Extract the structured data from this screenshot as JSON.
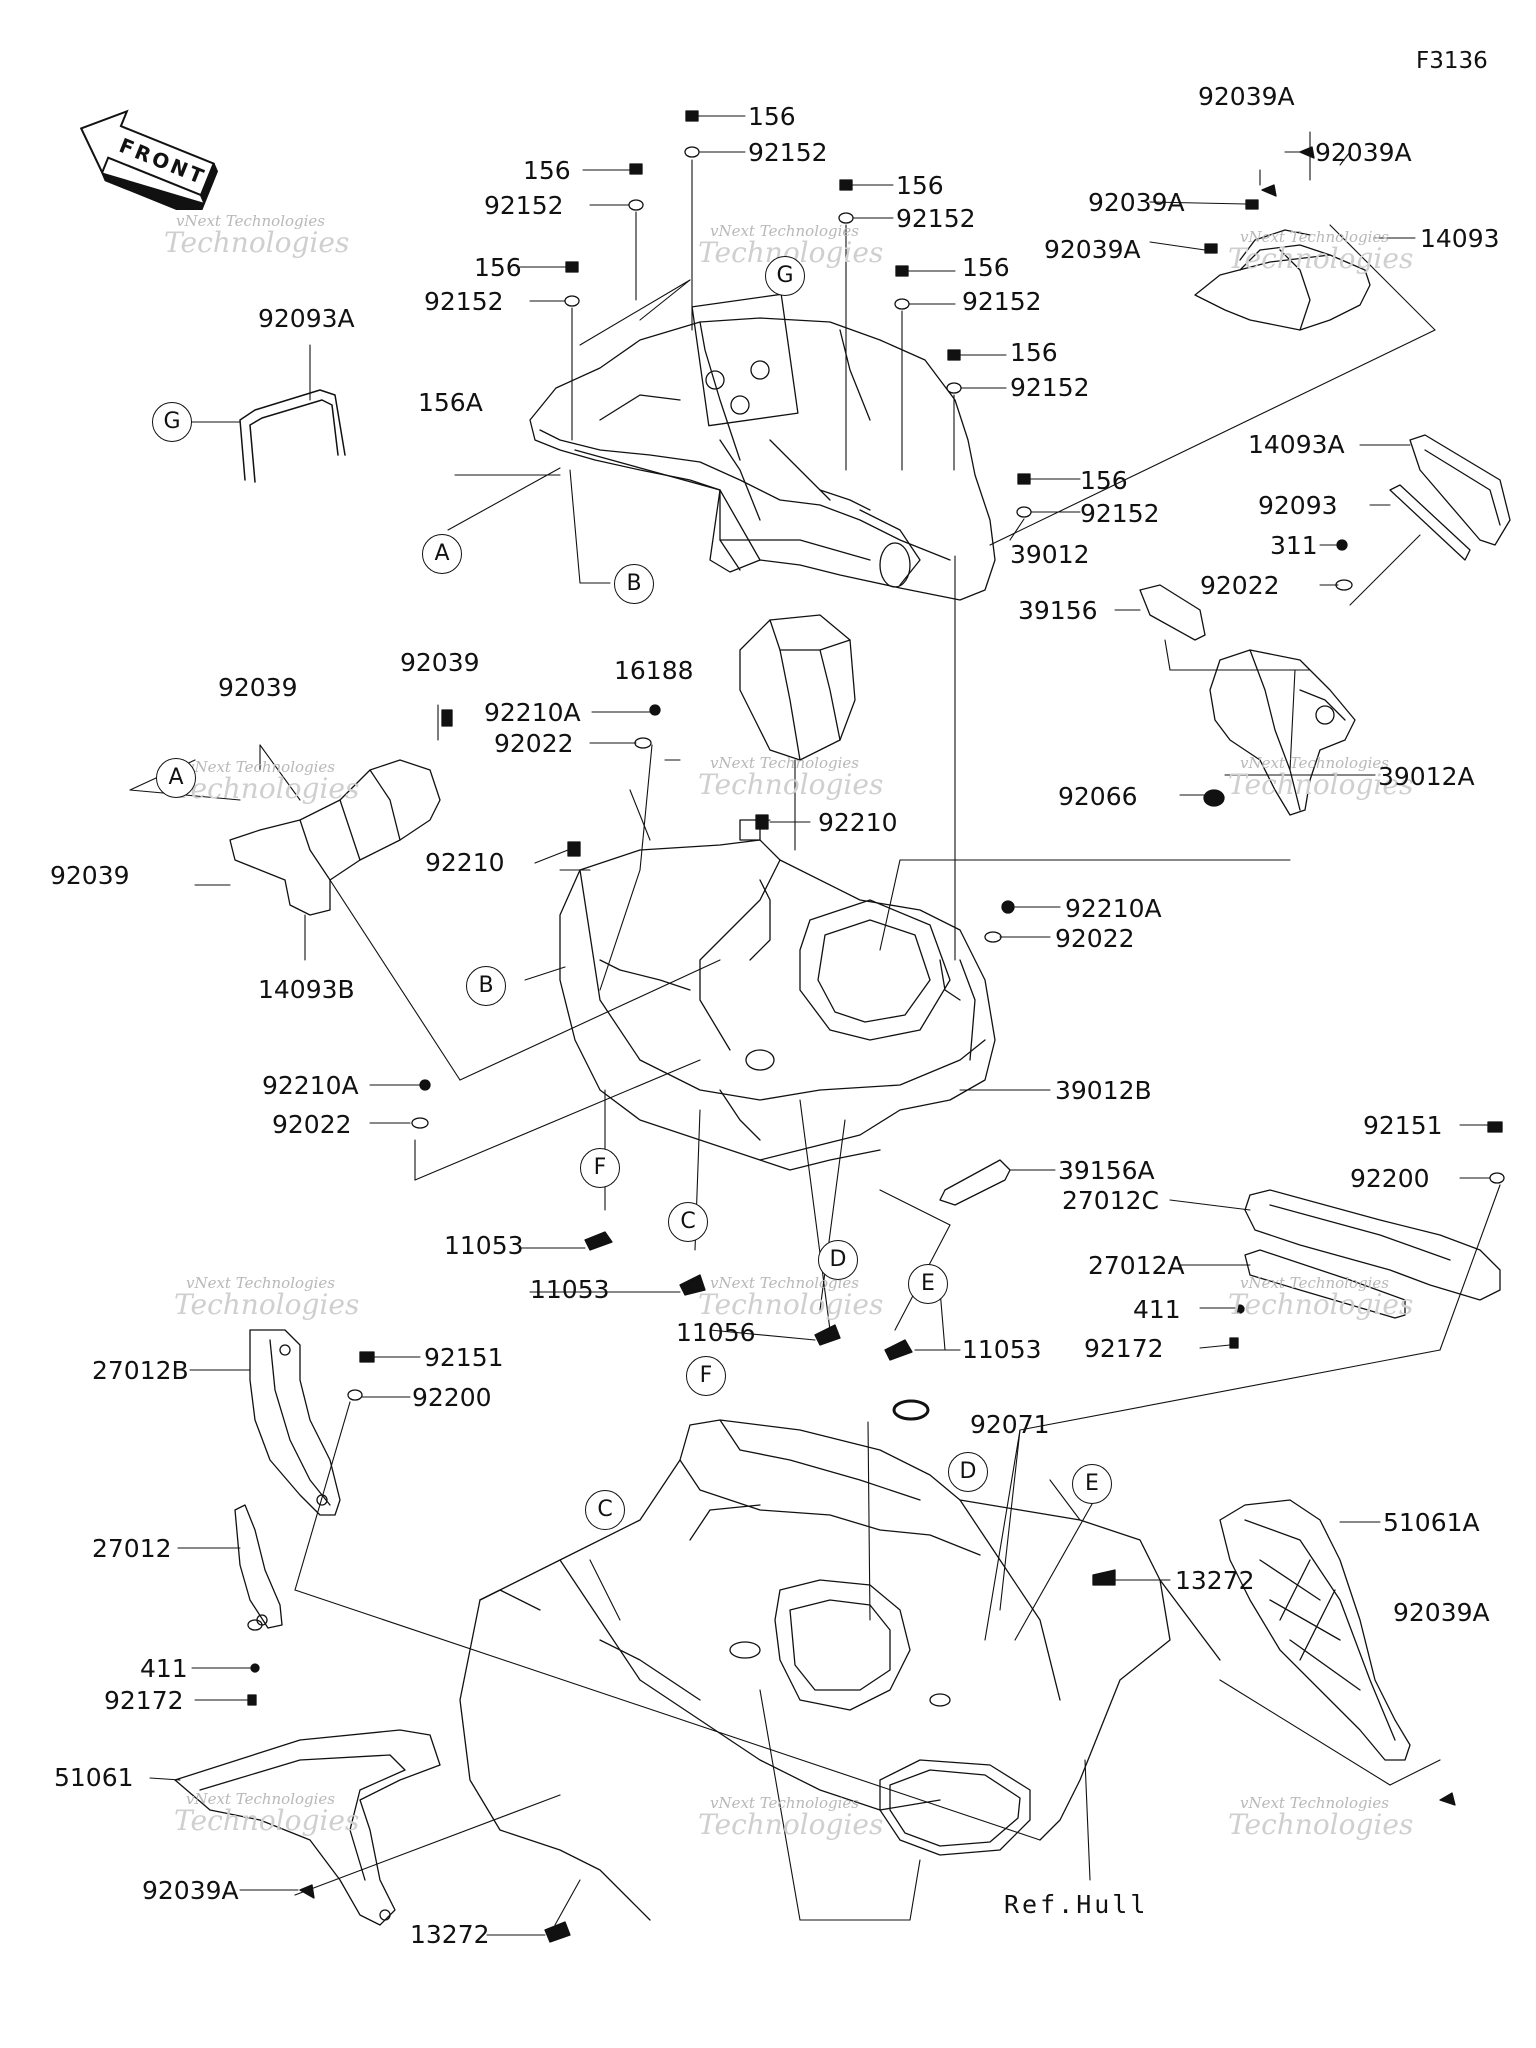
{
  "figure_code": "F3136",
  "front_label": "FRONT",
  "ref_label": "Ref.Hull",
  "watermark": {
    "line1": "vNext Technologies",
    "line2": "Technologies"
  },
  "labels": [
    "156",
    "92152",
    "156",
    "92152",
    "156",
    "92152",
    "156",
    "92152",
    "156",
    "92152",
    "156",
    "92152",
    "156",
    "92152",
    "156A",
    "92093A",
    "92039A",
    "92039A",
    "92039A",
    "92039A",
    "14093",
    "14093A",
    "92093",
    "311",
    "92022",
    "39156",
    "39012",
    "16188",
    "92210A",
    "92022",
    "92039",
    "92039",
    "92039",
    "14093B",
    "92210",
    "92210",
    "92066",
    "39012A",
    "92210A",
    "92022",
    "39012B",
    "92210A",
    "92022",
    "39156A",
    "92151",
    "92200",
    "27012C",
    "27012A",
    "411",
    "92172",
    "11053",
    "11053",
    "11056",
    "11053",
    "27012B",
    "92151",
    "92200",
    "27012",
    "411",
    "92172",
    "92071",
    "13272",
    "51061A",
    "92039A",
    "51061",
    "92039A",
    "13272"
  ],
  "callouts": [
    "G",
    "G",
    "A",
    "B",
    "A",
    "B",
    "F",
    "C",
    "D",
    "E",
    "F",
    "C",
    "D",
    "E"
  ]
}
